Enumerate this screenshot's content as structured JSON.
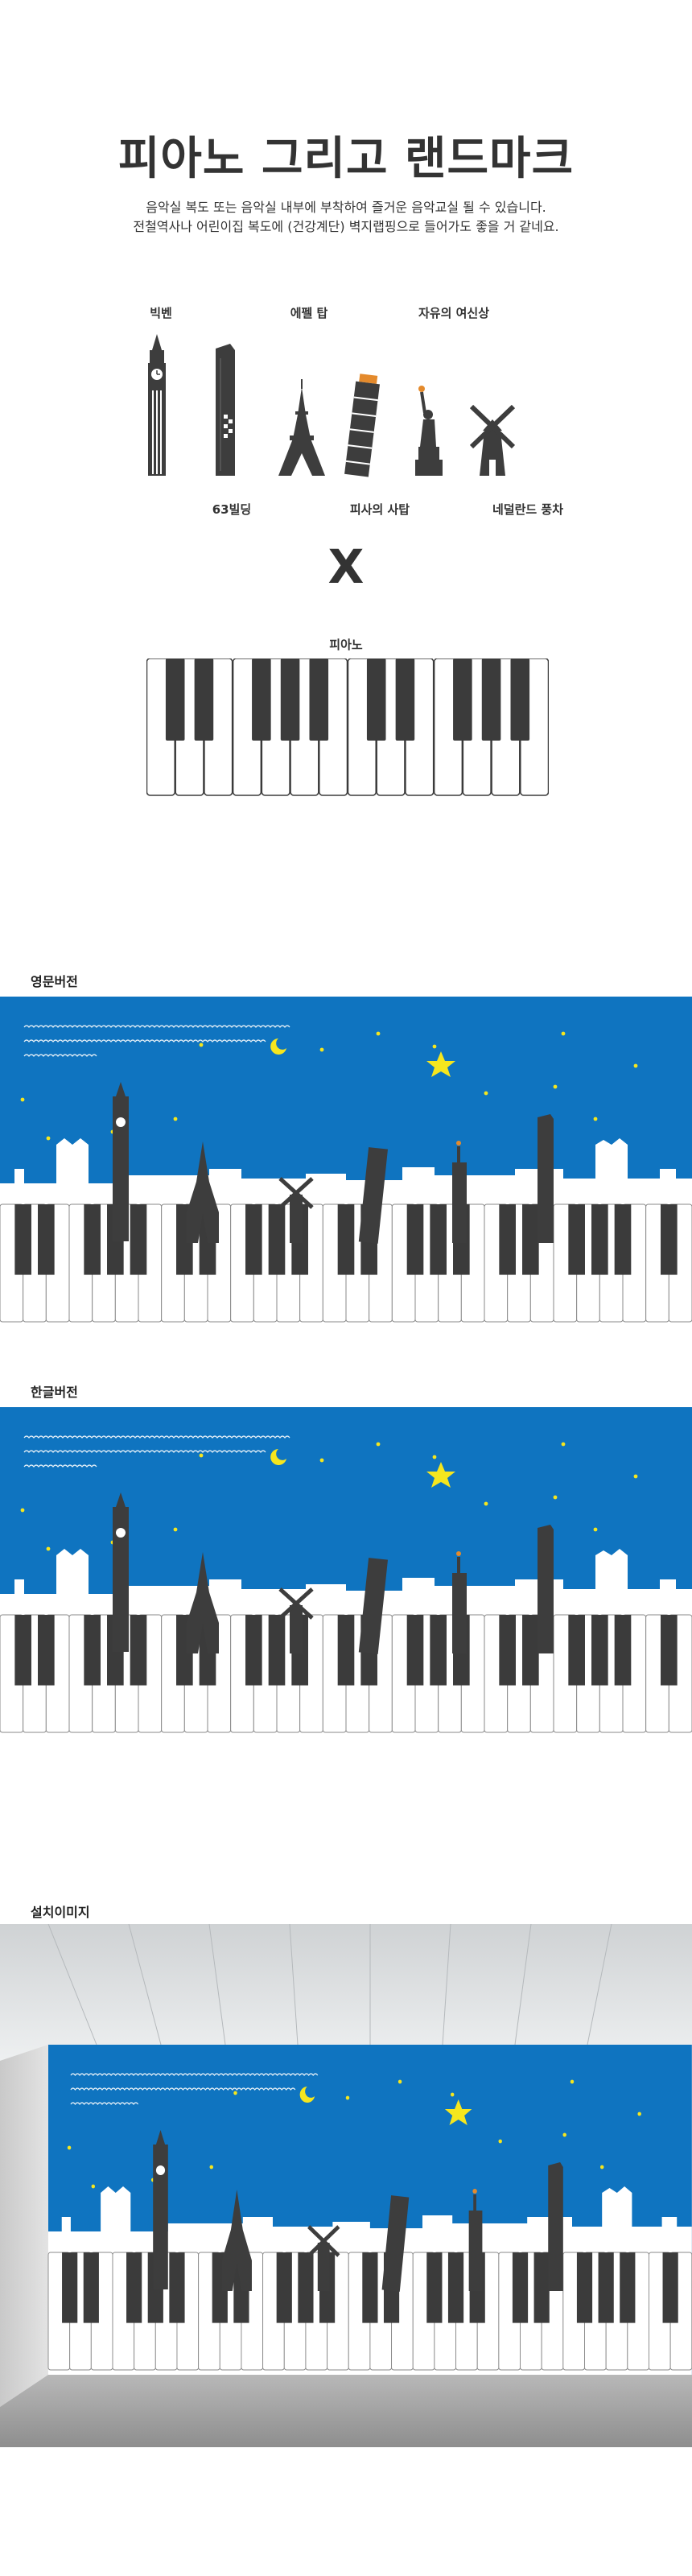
{
  "header": {
    "title": "피아노 그리고 랜드마크",
    "desc_line1": "음악실 복도 또는 음악실 내부에 부착하여 즐거운 음악교실 될 수 있습니다.",
    "desc_line2": "전철역사나 어린이집 복도에 (건강계단) 벽지랩핑으로 들어가도 좋을 거 같네요."
  },
  "landmarks": [
    {
      "name": "빅벤",
      "icon": "big-ben-icon"
    },
    {
      "name": "에펠 탑",
      "icon": "eiffel-tower-icon"
    },
    {
      "name": "자유의 여신상",
      "icon": "statue-of-liberty-icon"
    },
    {
      "name": "63빌딩",
      "icon": "63-building-icon"
    },
    {
      "name": "피사의 사탑",
      "icon": "leaning-tower-of-pisa-icon"
    },
    {
      "name": "네덜란드 풍차",
      "icon": "dutch-windmill-icon"
    }
  ],
  "cross_symbol": "X",
  "piano_label": "피아노",
  "sections": {
    "english": "영문버전",
    "korean": "한글버전",
    "install": "설치이미지"
  },
  "colors": {
    "sky_blue": "#0f74c0",
    "star_yellow": "#f5e61e",
    "piano_black": "#3b3b3b",
    "landmark_gray": "#3d3d3d"
  }
}
